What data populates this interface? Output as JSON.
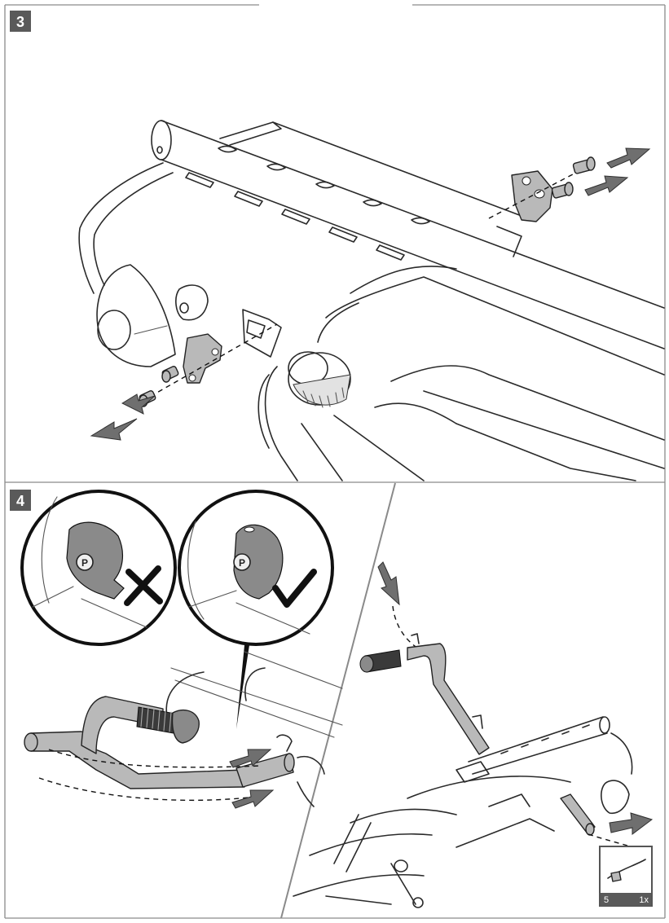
{
  "steps": [
    {
      "number": "3"
    },
    {
      "number": "4"
    }
  ],
  "inset": {
    "index": "5",
    "quantity": "1x"
  },
  "colors": {
    "frame": "#8a8a8a",
    "badge": "#5a5a5a",
    "part_fill": "#b9b9b9",
    "arrow_fill": "#6f6f6f"
  },
  "icons": {
    "wrong": "cross-mark-icon",
    "correct": "check-mark-icon"
  }
}
